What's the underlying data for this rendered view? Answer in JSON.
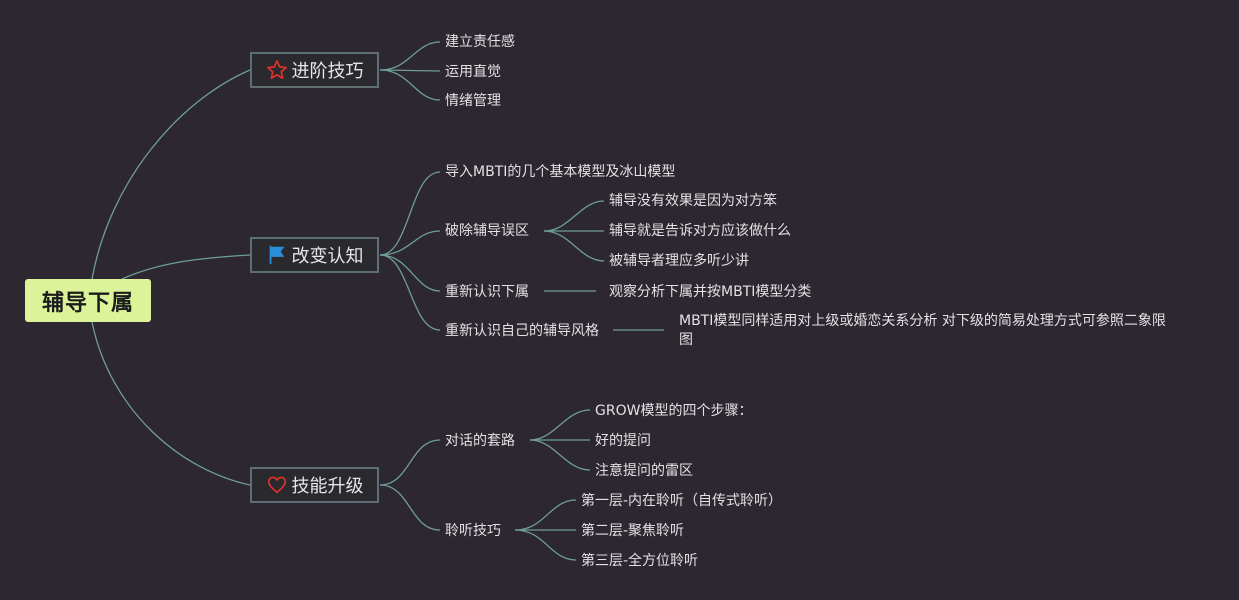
{
  "root": {
    "label": "辅导下属"
  },
  "branches": [
    {
      "label": "进阶技巧",
      "icon": "star-icon",
      "items": [
        "建立责任感",
        "运用直觉",
        "情绪管理"
      ]
    },
    {
      "label": "改变认知",
      "icon": "flag-icon",
      "items": [
        {
          "label": "导入MBTI的几个基本模型及冰山模型"
        },
        {
          "label": "破除辅导误区",
          "children": [
            "辅导没有效果是因为对方笨",
            "辅导就是告诉对方应该做什么",
            "被辅导者理应多听少讲"
          ]
        },
        {
          "label": "重新认识下属",
          "children": [
            "观察分析下属并按MBTI模型分类"
          ]
        },
        {
          "label": "重新认识自己的辅导风格",
          "children": [
            "MBTI模型同样适用对上级或婚恋关系分析 对下级的简易处理方式可参照二象限图"
          ]
        }
      ]
    },
    {
      "label": "技能升级",
      "icon": "heart-icon",
      "items": [
        {
          "label": "对话的套路",
          "children": [
            "GROW模型的四个步骤：",
            "好的提问",
            "注意提问的雷区"
          ]
        },
        {
          "label": "聆听技巧",
          "children": [
            "第一层-内在聆听（自传式聆听）",
            "第二层-聚焦聆听",
            "第三层-全方位聆听"
          ]
        }
      ]
    }
  ],
  "colors": {
    "background": "#2c2730",
    "edge": "#6f9d9a",
    "root_fill": "#dcf39a",
    "branch_border": "#5d6f72",
    "star": "#e0322b",
    "flag": "#2a8fd8",
    "heart": "#e0322b"
  }
}
